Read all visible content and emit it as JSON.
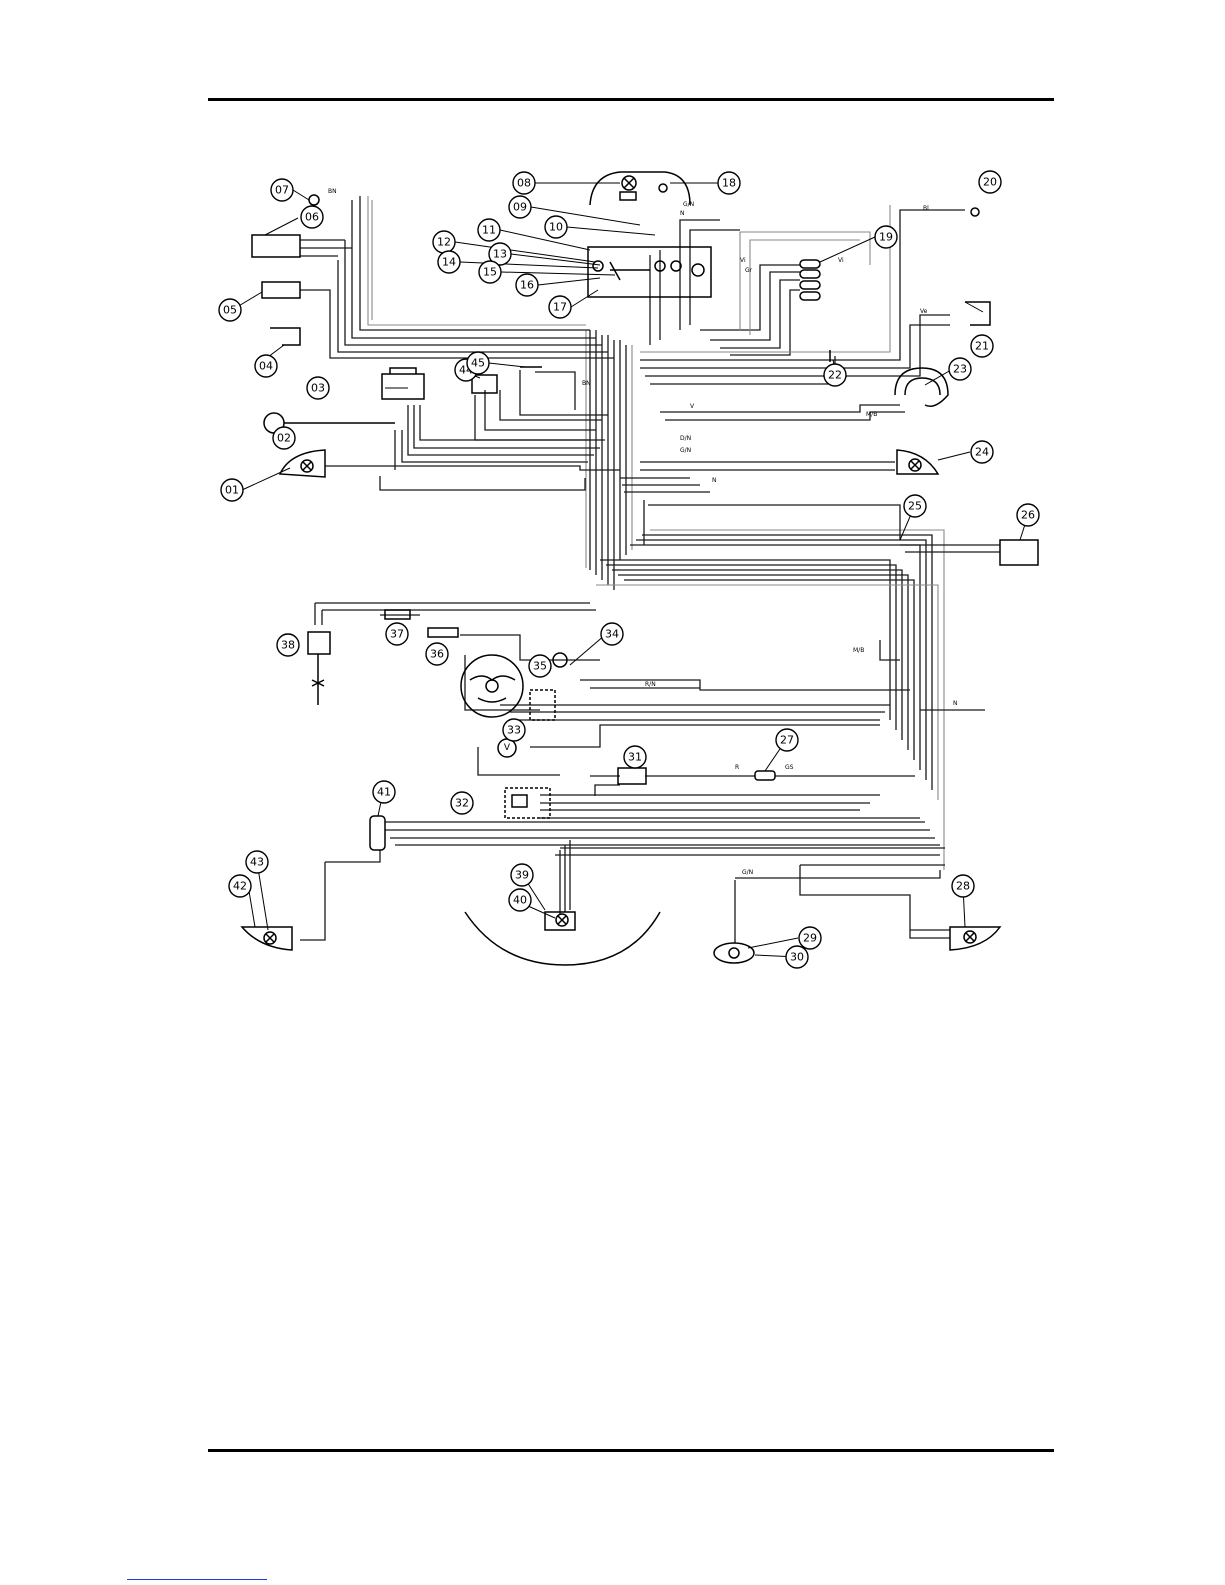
{
  "component_callouts": [
    "01",
    "02",
    "03",
    "04",
    "05",
    "06",
    "07",
    "08",
    "09",
    "10",
    "11",
    "12",
    "13",
    "14",
    "15",
    "16",
    "17",
    "18",
    "19",
    "20",
    "21",
    "22",
    "23",
    "24",
    "25",
    "26",
    "27",
    "28",
    "29",
    "30",
    "31",
    "32",
    "33",
    "34",
    "35",
    "36",
    "37",
    "38",
    "39",
    "40",
    "41",
    "42",
    "43",
    "44",
    "45"
  ],
  "wire_labels": {
    "bn": "BN",
    "gn": "G/N",
    "dn": "D/N",
    "n": "N",
    "r": "R",
    "vi": "Vi",
    "bl": "Bl",
    "gr": "Gr",
    "rn": "R/N",
    "ms": "M/B",
    "ve": "Ve",
    "gs": "GS",
    "v": "V"
  }
}
